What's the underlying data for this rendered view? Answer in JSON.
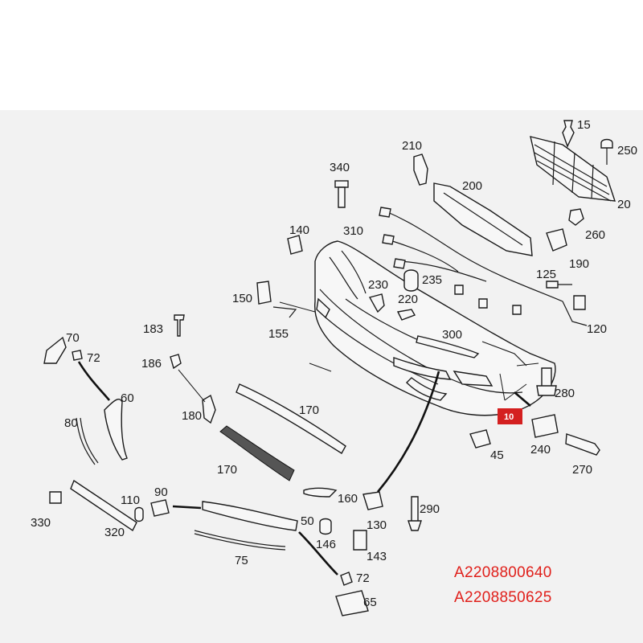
{
  "diagram": {
    "callouts": [
      {
        "key": "15",
        "text": "15"
      },
      {
        "key": "250",
        "text": "250"
      },
      {
        "key": "210",
        "text": "210"
      },
      {
        "key": "200",
        "text": "200"
      },
      {
        "key": "20",
        "text": "20"
      },
      {
        "key": "340",
        "text": "340"
      },
      {
        "key": "260",
        "text": "260"
      },
      {
        "key": "140",
        "text": "140"
      },
      {
        "key": "310",
        "text": "310"
      },
      {
        "key": "190",
        "text": "190"
      },
      {
        "key": "125",
        "text": "125"
      },
      {
        "key": "230",
        "text": "230"
      },
      {
        "key": "235",
        "text": "235"
      },
      {
        "key": "150",
        "text": "150"
      },
      {
        "key": "220",
        "text": "220"
      },
      {
        "key": "120",
        "text": "120"
      },
      {
        "key": "155",
        "text": "155"
      },
      {
        "key": "183",
        "text": "183"
      },
      {
        "key": "300",
        "text": "300"
      },
      {
        "key": "70a",
        "text": "70"
      },
      {
        "key": "72a",
        "text": "72"
      },
      {
        "key": "186",
        "text": "186"
      },
      {
        "key": "280",
        "text": "280"
      },
      {
        "key": "60",
        "text": "60"
      },
      {
        "key": "170a",
        "text": "170"
      },
      {
        "key": "180",
        "text": "180"
      },
      {
        "key": "80",
        "text": "80"
      },
      {
        "key": "240",
        "text": "240"
      },
      {
        "key": "45",
        "text": "45"
      },
      {
        "key": "270",
        "text": "270"
      },
      {
        "key": "170b",
        "text": "170"
      },
      {
        "key": "90",
        "text": "90"
      },
      {
        "key": "110",
        "text": "110"
      },
      {
        "key": "160",
        "text": "160"
      },
      {
        "key": "290",
        "text": "290"
      },
      {
        "key": "330",
        "text": "330"
      },
      {
        "key": "50",
        "text": "50"
      },
      {
        "key": "130",
        "text": "130"
      },
      {
        "key": "320",
        "text": "320"
      },
      {
        "key": "146",
        "text": "146"
      },
      {
        "key": "143",
        "text": "143"
      },
      {
        "key": "75",
        "text": "75"
      },
      {
        "key": "72b",
        "text": "72"
      },
      {
        "key": "65",
        "text": "65"
      }
    ],
    "highlight_badge": "10",
    "badge_color": "#d42020"
  },
  "part_numbers": {
    "line1": "A2208800640",
    "line2": "A2208850625",
    "color": "#e0201b"
  }
}
